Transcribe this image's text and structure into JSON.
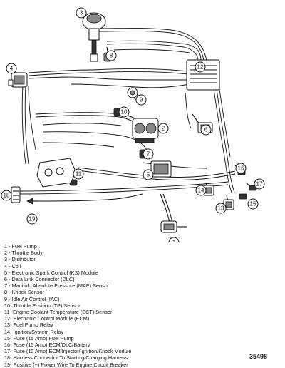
{
  "callouts": [
    "1",
    "2",
    "3",
    "4",
    "5",
    "6",
    "7",
    "8",
    "9",
    "10",
    "11",
    "12",
    "13",
    "14",
    "15",
    "16",
    "17",
    "18",
    "19"
  ],
  "legend": [
    "1 - Fuel Pump",
    "2 - Throttle Body",
    "3 - Distributor",
    "4 - Coil",
    "5 - Electronic Spark Control (KS) Module",
    "6 - Data Link Connector (DLC)",
    "7 - Manifold Absolute Pressure (MAP) Sensor",
    "8 - Knock Sensor",
    "9 - Idle Air Control (IAC)",
    "10- Throttle Position (TP) Sensor",
    "11- Engine Coolant Temperature (ECT) Sensor",
    "12- Electronic Control Module (ECM)",
    "13- Fuel Pump Relay",
    "14- Ignition/System  Relay",
    "15- Fuse (15 Amp) Fuel Pump",
    "16- Fuse (15 Amp) ECM/DLC/Battery",
    "17- Fuse (10 Amp) ECM/Injector/Ignition/Knock  Module",
    "18- Harness Connector To Starting/Charging Harness",
    "19- Positive (+) Power Wire To Engine Circuit Breaker"
  ],
  "figure_number": "35498"
}
